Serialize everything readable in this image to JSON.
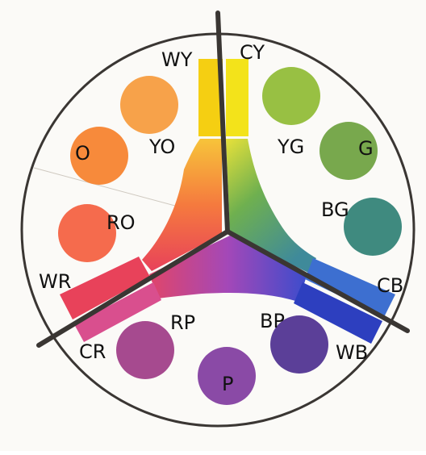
{
  "colors": {
    "paper": "#fbfaf7",
    "ring": "#3a3633",
    "divider": "#3a3633",
    "WY": "#f5cf12",
    "CY": "#f3e31a",
    "YO": "#f7a24a",
    "O": "#f78a3b",
    "RO": "#f56b4d",
    "WR": "#e8425a",
    "CR": "#d94f8e",
    "RP": "#a64a8f",
    "P": "#8a4aa6",
    "BP": "#5b3f98",
    "WB": "#2d3fbf",
    "CB": "#3d6fd0",
    "BG": "#3f8a7f",
    "G": "#78a84d",
    "YG": "#98c043"
  },
  "labels": {
    "WY": "WY",
    "CY": "CY",
    "YO": "YO",
    "YG": "YG",
    "O": "O",
    "G": "G",
    "RO": "RO",
    "BG": "BG",
    "WR": "WR",
    "CB": "CB",
    "RP": "RP",
    "BP": "BP",
    "CR": "CR",
    "WB": "WB",
    "P": "P"
  }
}
